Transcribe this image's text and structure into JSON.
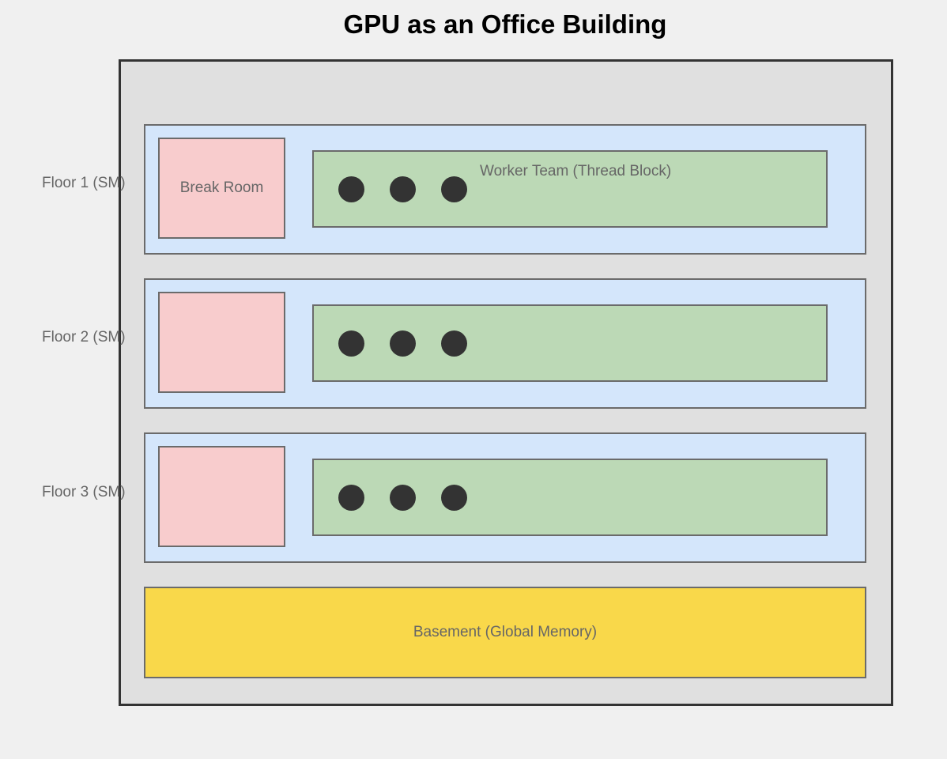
{
  "title": "GPU as an Office Building",
  "floors": [
    {
      "label": "Floor 1 (SM)",
      "break_room": "Break Room",
      "team": "Worker Team (Thread Block)",
      "workers": 3
    },
    {
      "label": "Floor 2 (SM)",
      "break_room": "",
      "team": "",
      "workers": 3
    },
    {
      "label": "Floor 3 (SM)",
      "break_room": "",
      "team": "",
      "workers": 3
    }
  ],
  "basement": {
    "label": "Basement (Global Memory)"
  },
  "colors": {
    "background": "#f0f0f0",
    "building": "#e0e0e0",
    "floor": "#d4e6fb",
    "break_room": "#f8cccd",
    "worker_team": "#bcd9b6",
    "worker": "#333333",
    "basement": "#f9d84a"
  }
}
